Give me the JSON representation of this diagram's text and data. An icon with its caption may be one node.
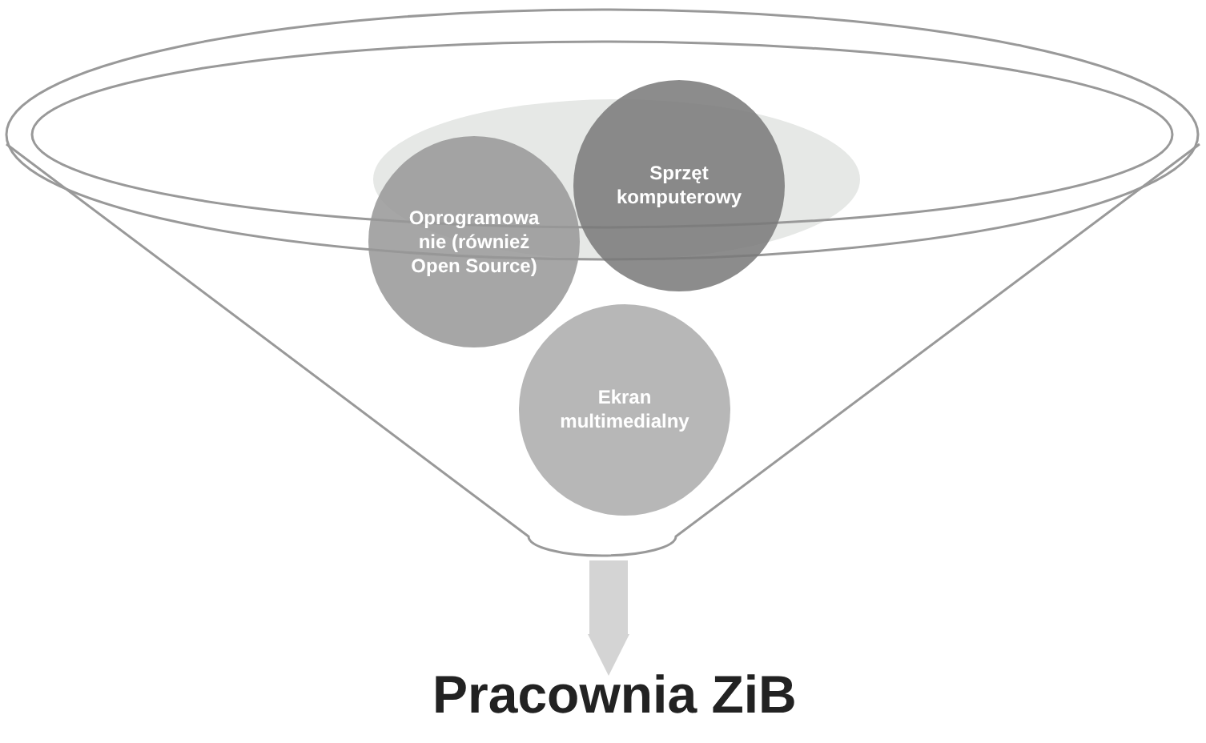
{
  "diagram": {
    "nodes": [
      {
        "text": [],
        "shape": "funnel"
      },
      {
        "text": [
          "Oprogramowa nie (również Open Source)"
        ],
        "in": 0
      },
      {
        "text": [
          "Sprzęt komputerowy"
        ],
        "in": 0
      },
      {
        "text": [
          "Ekran multimedialny"
        ],
        "in": 0
      },
      {
        "text": [
          "Pracownia ZiB"
        ]
      }
    ],
    "edges": [
      {
        "from": 0,
        "to": 4,
        "arrow": "to"
      }
    ]
  }
}
